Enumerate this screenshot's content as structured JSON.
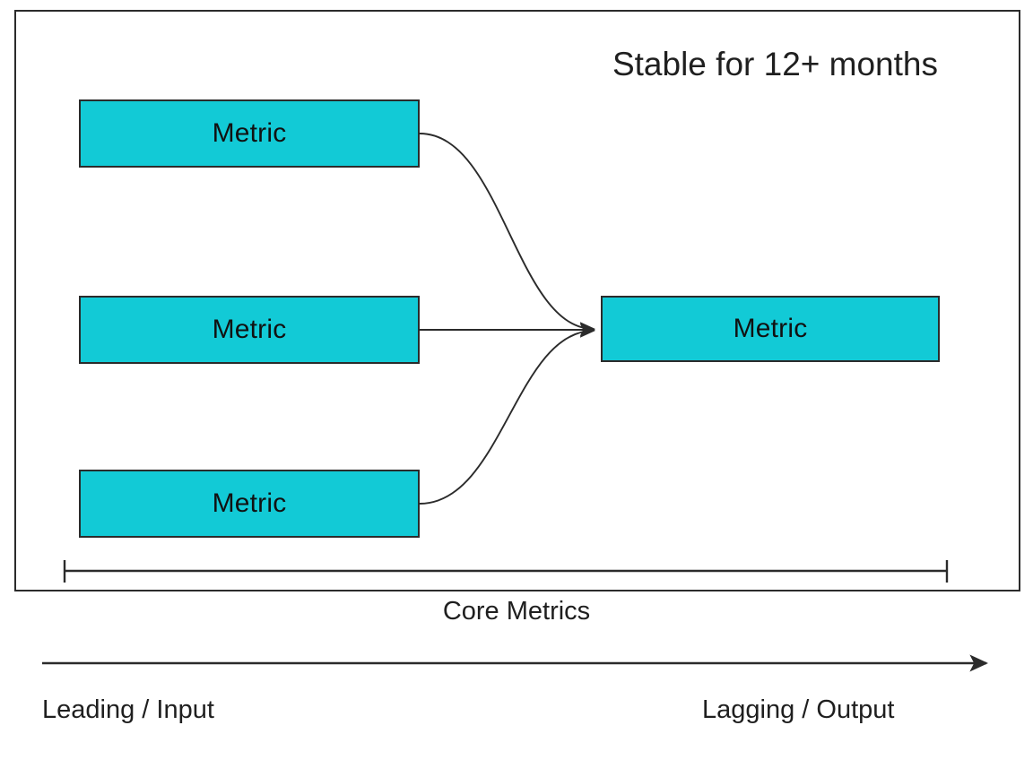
{
  "panel": {
    "title": "Stable for 12+ months",
    "border_color": "#2b2b2b"
  },
  "colors": {
    "metric_fill": "#12CAD6",
    "stroke": "#2b2b2b",
    "text": "#1f1f1f"
  },
  "leading_metrics": [
    {
      "label": "Metric"
    },
    {
      "label": "Metric"
    },
    {
      "label": "Metric"
    }
  ],
  "lagging_metric": {
    "label": "Metric"
  },
  "axis": {
    "caption": "Core Metrics",
    "left_tick": "|",
    "right_tick": "|"
  },
  "spectrum": {
    "left_label": "Leading / Input",
    "right_label": "Lagging / Output"
  }
}
